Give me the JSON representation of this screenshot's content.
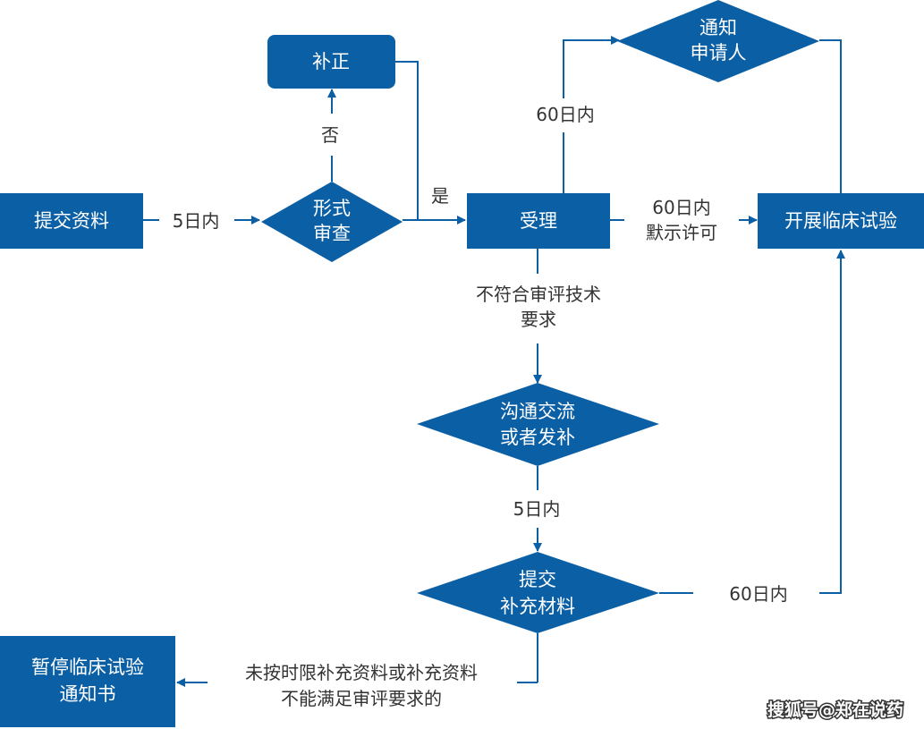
{
  "colors": {
    "node_fill": "#0b5fa5",
    "line": "#0b5fa5",
    "node_text": "#ffffff",
    "edge_text": "#333333"
  },
  "nodes": {
    "submit": "提交资料",
    "formal_review_1": "形式",
    "formal_review_2": "审查",
    "correction": "补正",
    "accept": "受理",
    "notify_1": "通知",
    "notify_2": "申请人",
    "start_trial": "开展临床试验",
    "communicate_1": "沟通交流",
    "communicate_2": "或者发补",
    "submit_supp_1": "提交",
    "submit_supp_2": "补充材料",
    "suspend_1": "暂停临床试验",
    "suspend_2": "通知书"
  },
  "edges": {
    "within_5_days_a": "5日内",
    "no": "否",
    "yes": "是",
    "within_60_days_notify": "60日内",
    "within_60_days_implied_1": "60日内",
    "within_60_days_implied_2": "默示许可",
    "not_meet_1": "不符合审评技术",
    "not_meet_2": "要求",
    "within_5_days_b": "5日内",
    "within_60_days_supp": "60日内",
    "fail_1": "未按时限补充资料或补充资料",
    "fail_2": "不能满足审评要求的"
  },
  "watermark": "搜狐号@郑在说药"
}
